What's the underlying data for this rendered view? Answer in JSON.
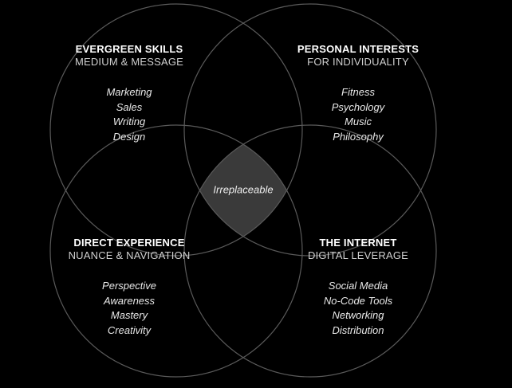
{
  "colors": {
    "background": "#000000",
    "stroke": "#5a5a5a",
    "center_fill": "#3a3a3a"
  },
  "center_label": "Irreplaceable",
  "quadrants": {
    "evergreen": {
      "title": "EVERGREEN SKILLS",
      "subtitle": "MEDIUM & MESSAGE",
      "items": [
        "Marketing",
        "Sales",
        "Writing",
        "Design"
      ]
    },
    "personal": {
      "title": "PERSONAL INTERESTS",
      "subtitle": "FOR INDIVIDUALITY",
      "items": [
        "Fitness",
        "Psychology",
        "Music",
        "Philosophy"
      ]
    },
    "experience": {
      "title": "DIRECT EXPERIENCE",
      "subtitle": "NUANCE & NAVIGATION",
      "items": [
        "Perspective",
        "Awareness",
        "Mastery",
        "Creativity"
      ]
    },
    "internet": {
      "title": "THE INTERNET",
      "subtitle": "DIGITAL LEVERAGE",
      "items": [
        "Social Media",
        "No-Code Tools",
        "Networking",
        "Distribution"
      ]
    }
  }
}
